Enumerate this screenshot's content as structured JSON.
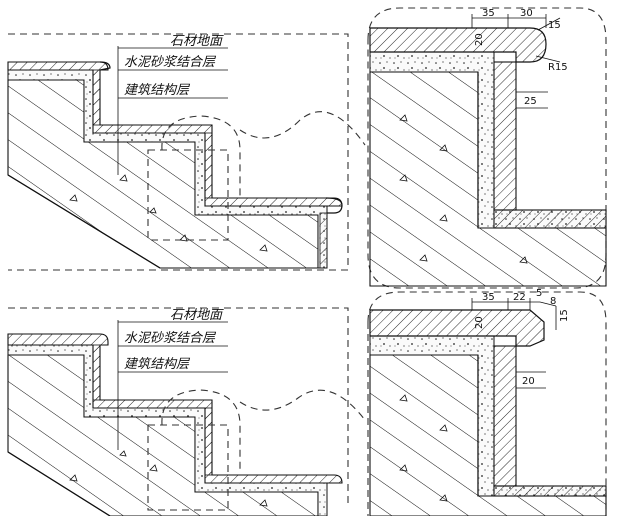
{
  "colors": {
    "line": "#111111",
    "background": "#ffffff",
    "mortar": "#f4f4f4"
  },
  "top": {
    "labels": {
      "stone": "石材地面",
      "mortar": "水泥砂浆结合层",
      "structure": "建筑结构层"
    },
    "dims": {
      "d1": "35",
      "d2": "30",
      "d3": "15",
      "d4": "R15",
      "d5": "20",
      "d6": "25"
    }
  },
  "bottom": {
    "labels": {
      "stone": "石材地面",
      "mortar": "水泥砂浆结合层",
      "structure": "建筑结构层"
    },
    "dims": {
      "d1": "35",
      "d2": "22",
      "d3": "5",
      "d4": "8",
      "d5": "15",
      "d6": "20",
      "d7": "20"
    }
  }
}
